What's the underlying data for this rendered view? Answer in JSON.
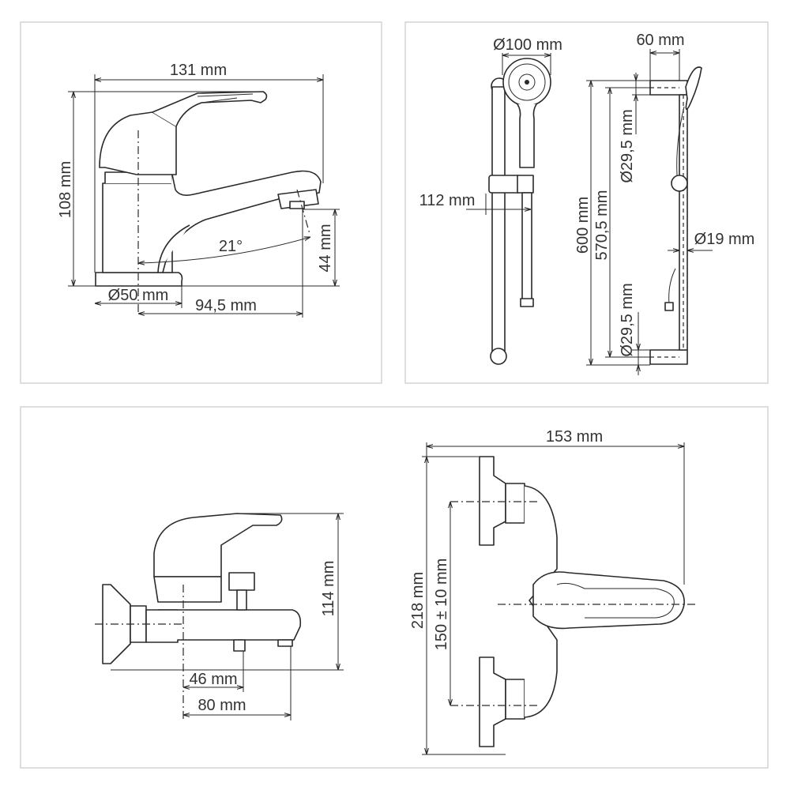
{
  "panels": {
    "basin_mixer": {
      "width": "131 mm",
      "height": "108 mm",
      "spout_height": "44 mm",
      "base_diameter": "Ø50 mm",
      "spout_reach": "94,5 mm",
      "spout_angle": "21°"
    },
    "shower_set": {
      "head_diameter": "Ø100 mm",
      "holder_offset": "112 mm",
      "bracket_depth": "60 mm",
      "rail_length": "600 mm",
      "mount_spacing": "570,5 mm",
      "top_bracket_diameter": "Ø29,5 mm",
      "bottom_bracket_diameter": "Ø29,5 mm",
      "rail_diameter": "Ø19 mm"
    },
    "bath_mixer": {
      "height": "114 mm",
      "diverter_offset": "46 mm",
      "spout_offset": "80 mm",
      "width": "153 mm",
      "total_height": "218 mm",
      "center_distance": "150 ± 10 mm"
    }
  }
}
